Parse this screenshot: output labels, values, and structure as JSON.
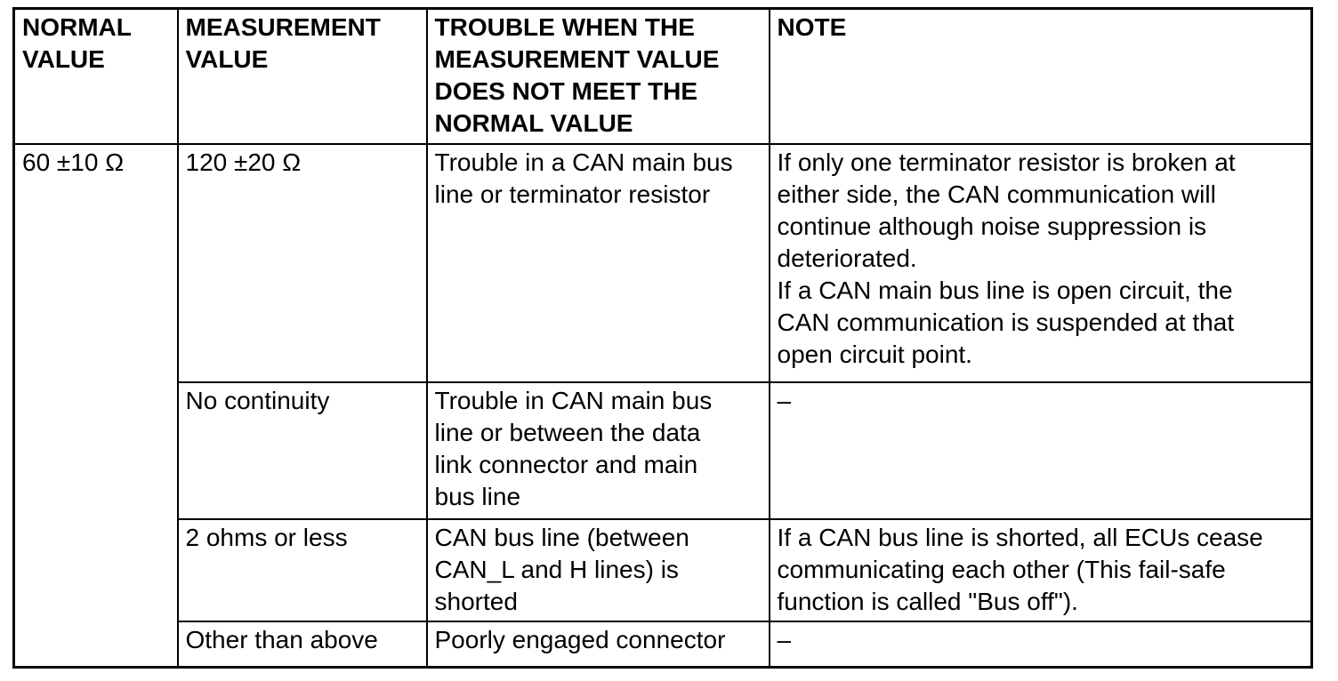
{
  "table": {
    "columns": [
      {
        "label": "NORMAL\nVALUE"
      },
      {
        "label": "MEASUREMENT\nVALUE"
      },
      {
        "label": "TROUBLE WHEN THE\nMEASUREMENT VALUE\nDOES NOT MEET THE\nNORMAL VALUE"
      },
      {
        "label": "NOTE"
      }
    ],
    "normal_value": "60 ±10 Ω",
    "rows": [
      {
        "measurement_value": "120 ±20 Ω",
        "trouble": "Trouble in a CAN main bus\nline or terminator resistor",
        "note": "If only one terminator resistor is broken at\neither side, the CAN communication will\ncontinue although noise suppression is\ndeteriorated.\nIf a CAN main bus line is open circuit, the\nCAN communication is suspended at that\nopen circuit point."
      },
      {
        "measurement_value": "No continuity",
        "trouble": "Trouble in CAN main bus\nline or between the data\nlink connector and main\nbus line",
        "note": "–"
      },
      {
        "measurement_value": "2 ohms or less",
        "trouble": "CAN bus line (between\nCAN_L and H lines) is\nshorted",
        "note": "If a CAN bus line is shorted, all ECUs cease\ncommunicating each other (This fail-safe\nfunction is called \"Bus off\")."
      },
      {
        "measurement_value": "Other than above",
        "trouble": "Poorly engaged connector",
        "note": "–"
      }
    ],
    "colors": {
      "border": "#000000",
      "text": "#000000",
      "background": "#ffffff"
    }
  }
}
